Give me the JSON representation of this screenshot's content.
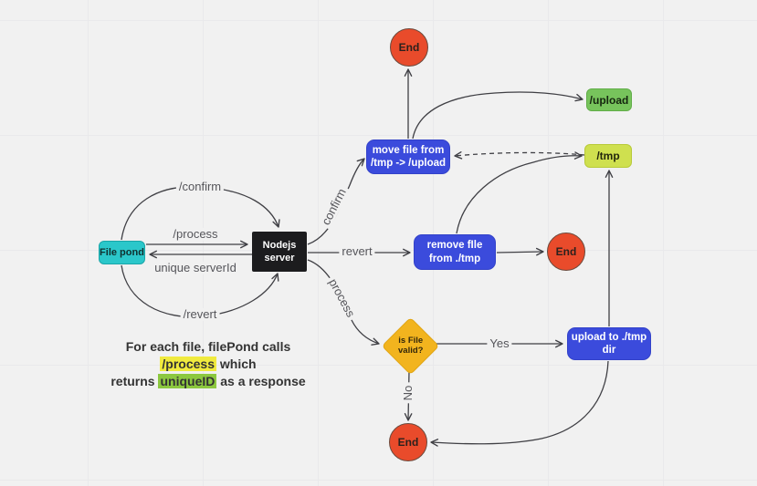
{
  "colors": {
    "canvas_bg": "#f1f1f1",
    "grid_line": "#e9e9eb",
    "node_blue": "#3b4bdc",
    "node_teal": "#2bc7ca",
    "node_black": "#1c1c1e",
    "node_lime": "#cfe04f",
    "node_green": "#77c45c",
    "node_yellow_diamond": "#f2b41e",
    "end_red": "#e94b2b",
    "connector": "#3f3f44",
    "edge_label_text": "#55555a",
    "highlight_yellow": "#f0ea3e",
    "highlight_green": "#8cc83f"
  },
  "nodes": {
    "file_pond": {
      "label": "File pond"
    },
    "nodejs_server": {
      "label": "Nodejs\nserver"
    },
    "move_file": {
      "label": "move file from\n/tmp -> /upload"
    },
    "remove_file": {
      "label": "remove fIle\nfrom ./tmp"
    },
    "upload_to_tmp": {
      "label": "upload to ./tmp\ndir"
    },
    "is_file_valid": {
      "label": "is File\nvalid?"
    },
    "tmp_dir": {
      "label": "/tmp"
    },
    "upload_dir": {
      "label": "/upload"
    },
    "end_top": {
      "label": "End"
    },
    "end_middle": {
      "label": "End"
    },
    "end_bottom": {
      "label": "End"
    }
  },
  "edge_labels": {
    "confirm_endpoint": "/confirm",
    "process_endpoint": "/process",
    "unique_serverid": "unique serverId",
    "revert_endpoint": "/revert",
    "confirm_branch": "confirm",
    "revert_branch": "revert",
    "process_branch": "process",
    "yes": "Yes",
    "no": "No"
  },
  "annotation": {
    "line1": "For each file, filePond calls",
    "line2_highlight": "/process",
    "line2_rest": " which",
    "line3_pre": "returns ",
    "line3_highlight": "uniqueID",
    "line3_rest": " as a response"
  }
}
